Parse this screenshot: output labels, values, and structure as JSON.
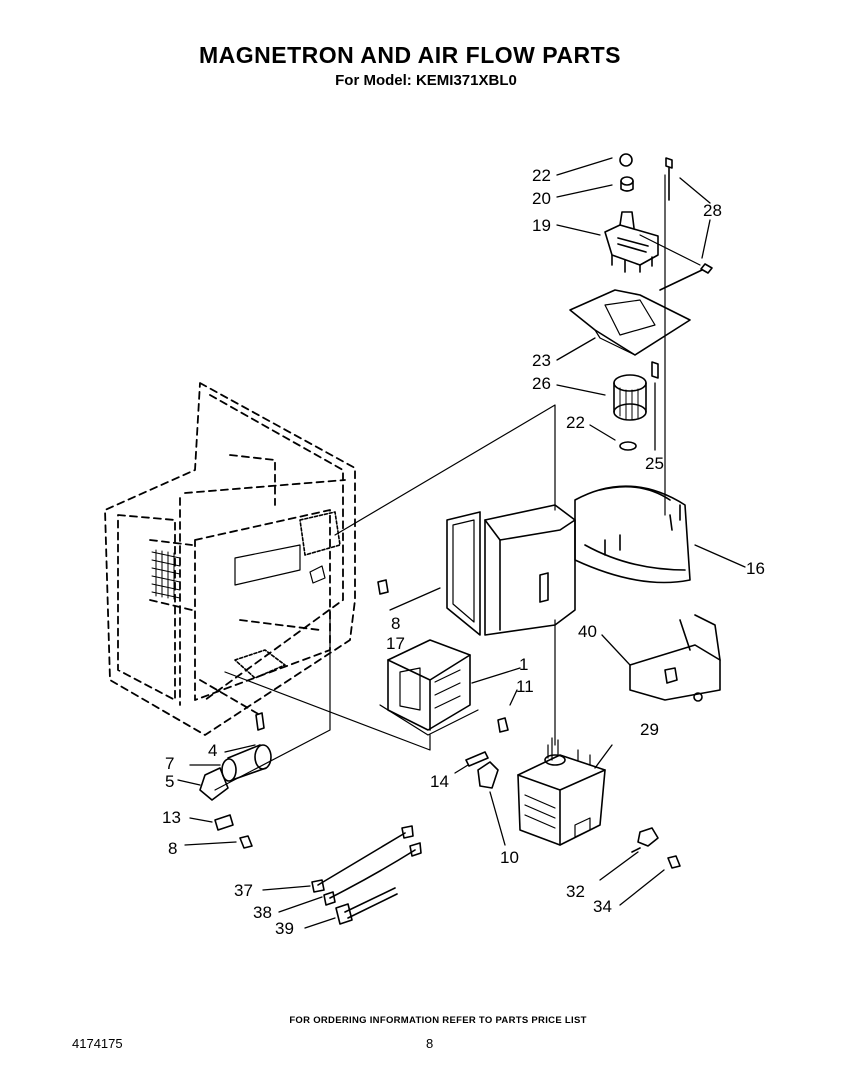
{
  "header": {
    "title": "MAGNETRON AND AIR FLOW PARTS",
    "subtitle": "For Model: KEMI371XBL0"
  },
  "callouts": [
    {
      "id": "c22a",
      "label": "22"
    },
    {
      "id": "c20",
      "label": "20"
    },
    {
      "id": "c19",
      "label": "19"
    },
    {
      "id": "c28",
      "label": "28"
    },
    {
      "id": "c23",
      "label": "23"
    },
    {
      "id": "c26",
      "label": "26"
    },
    {
      "id": "c22b",
      "label": "22"
    },
    {
      "id": "c25",
      "label": "25"
    },
    {
      "id": "c16",
      "label": "16"
    },
    {
      "id": "c8a",
      "label": "8"
    },
    {
      "id": "c17",
      "label": "17"
    },
    {
      "id": "c40",
      "label": "40"
    },
    {
      "id": "c1",
      "label": "1"
    },
    {
      "id": "c11",
      "label": "11"
    },
    {
      "id": "c29",
      "label": "29"
    },
    {
      "id": "c4",
      "label": "4"
    },
    {
      "id": "c7",
      "label": "7"
    },
    {
      "id": "c5",
      "label": "5"
    },
    {
      "id": "c14",
      "label": "14"
    },
    {
      "id": "c13",
      "label": "13"
    },
    {
      "id": "c8b",
      "label": "8"
    },
    {
      "id": "c10",
      "label": "10"
    },
    {
      "id": "c37",
      "label": "37"
    },
    {
      "id": "c38",
      "label": "38"
    },
    {
      "id": "c39",
      "label": "39"
    },
    {
      "id": "c32",
      "label": "32"
    },
    {
      "id": "c34",
      "label": "34"
    }
  ],
  "footer": {
    "note": "FOR ORDERING INFORMATION REFER TO PARTS PRICE LIST",
    "doc_number": "4174175",
    "page_number": "8"
  }
}
